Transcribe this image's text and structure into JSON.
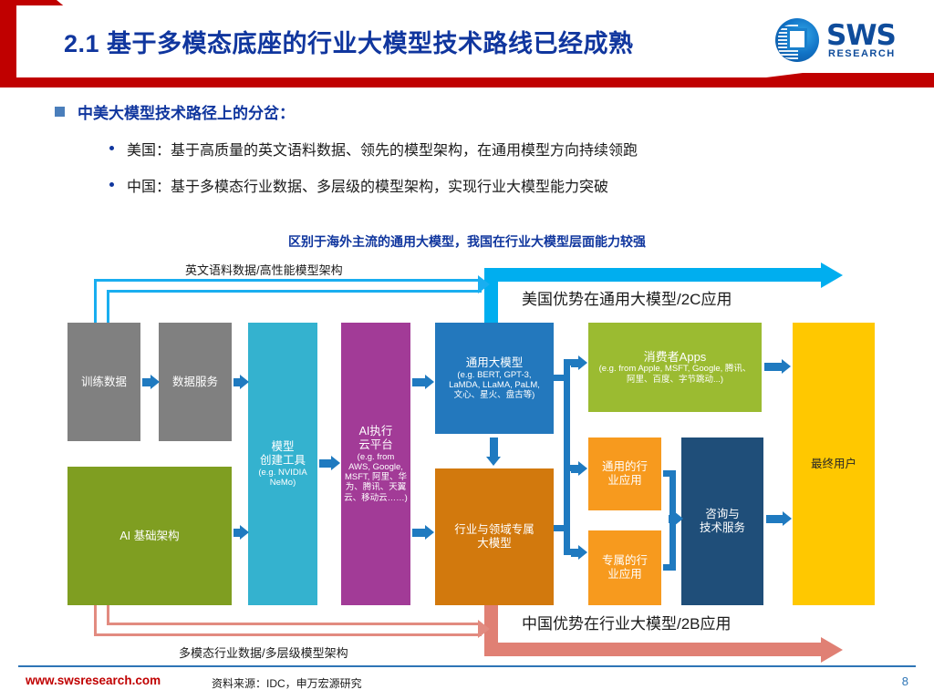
{
  "header": {
    "title": "2.1 基于多模态底座的行业大模型技术路线已经成熟",
    "logo_main": "SWS",
    "logo_sub": "RESEARCH"
  },
  "bullets": {
    "level1": "中美大模型技术路径上的分岔：",
    "level2": [
      "美国：基于高质量的英文语料数据、领先的模型架构，在通用模型方向持续领跑",
      "中国：基于多模态行业数据、多层级的模型架构，实现行业大模型能力突破"
    ]
  },
  "chart_caption": "区别于海外主流的通用大模型，我国在行业大模型层面能力较强",
  "chart_data": {
    "type": "diagram",
    "title": "区别于海外主流的通用大模型，我国在行业大模型层面能力较强",
    "nodes": [
      {
        "id": "training_data",
        "label": "训练数据",
        "sub": "",
        "color": "#808080"
      },
      {
        "id": "data_service",
        "label": "数据服务",
        "sub": "",
        "color": "#808080"
      },
      {
        "id": "ai_infra",
        "label": "AI 基础架构",
        "sub": "",
        "color": "#7f9e21"
      },
      {
        "id": "model_tools",
        "label": "模型\n创建工具",
        "sub": "(e.g. NVIDIA NeMo)",
        "color": "#34b2cf"
      },
      {
        "id": "ai_cloud",
        "label": "AI执行\n云平台",
        "sub": "(e.g. from AWS, Google, MSFT, 阿里、华为、腾讯、天翼云、移动云……)",
        "color": "#a23b97"
      },
      {
        "id": "general_llm",
        "label": "通用大模型",
        "sub": "(e.g. BERT, GPT-3, LaMDA, LLaMA, PaLM, 文心、星火、盘古等)",
        "color": "#2378bd"
      },
      {
        "id": "industry_llm",
        "label": "行业与领域专属\n大模型",
        "sub": "",
        "color": "#d2790d"
      },
      {
        "id": "consumer_apps",
        "label": "消费者Apps",
        "sub": "(e.g. from Apple, MSFT, Google, 腾讯、阿里、百度、字节跳动...)",
        "color": "#9bbb31"
      },
      {
        "id": "general_apps",
        "label": "通用的行\n业应用",
        "sub": "",
        "color": "#f79a1e"
      },
      {
        "id": "exclusive_apps",
        "label": "专属的行\n业应用",
        "sub": "",
        "color": "#f79a1e"
      },
      {
        "id": "consult_service",
        "label": "咨询与\n技术服务",
        "sub": "",
        "color": "#1f4e79"
      },
      {
        "id": "end_user",
        "label": "最终用户",
        "sub": "",
        "color": "#ffc800"
      }
    ],
    "annotations": {
      "top_feedback": "英文语料数据/高性能模型架构",
      "bottom_feedback": "多模态行业数据/多层级模型架构",
      "top_banner": "美国优势在通用大模型/2C应用",
      "bottom_banner": "中国优势在行业大模型/2B应用"
    },
    "colors": {
      "banner_top": "#00AEEF",
      "banner_bottom": "#E08074",
      "arrow": "#1f7ac0"
    }
  },
  "diagram_nodes": {
    "training_data": {
      "title": "训练数据",
      "sub": ""
    },
    "data_service": {
      "title": "数据服务",
      "sub": ""
    },
    "ai_infra": {
      "title": "AI 基础架构",
      "sub": ""
    },
    "model_tools_l1": "模型",
    "model_tools_l2": "创建工具",
    "model_tools_sub1": "(e.g. NVIDIA",
    "model_tools_sub2": "NeMo)",
    "ai_cloud_l1": "AI执行",
    "ai_cloud_l2": "云平台",
    "ai_cloud_sub1": "(e.g. from",
    "ai_cloud_sub2": "AWS, Google,",
    "ai_cloud_sub3": "MSFT, 阿里、华",
    "ai_cloud_sub4": "为、腾讯、天翼",
    "ai_cloud_sub5": "云、移动云……)",
    "general_llm_l1": "通用大模型",
    "general_llm_sub1": "(e.g. BERT, GPT-3,",
    "general_llm_sub2": "LaMDA, LLaMA, PaLM,",
    "general_llm_sub3": "文心、星火、盘古等)",
    "industry_llm_l1": "行业与领域专属",
    "industry_llm_l2": "大模型",
    "consumer_apps_l1": "消费者Apps",
    "consumer_apps_sub1": "(e.g. from Apple, MSFT, Google, 腾讯、",
    "consumer_apps_sub2": "阿里、百度、字节跳动...)",
    "general_apps_l1": "通用的行",
    "general_apps_l2": "业应用",
    "exclusive_apps_l1": "专属的行",
    "exclusive_apps_l2": "业应用",
    "consult_l1": "咨询与",
    "consult_l2": "技术服务",
    "end_user": "最终用户"
  },
  "diagram_labels": {
    "top_feedback": "英文语料数据/高性能模型架构",
    "bottom_feedback": "多模态行业数据/多层级模型架构",
    "top_banner": "美国优势在通用大模型/2C应用",
    "bottom_banner": "中国优势在行业大模型/2B应用"
  },
  "footer": {
    "url": "www.swsresearch.com",
    "source": "资料来源：IDC，申万宏源研究",
    "page": "8"
  }
}
